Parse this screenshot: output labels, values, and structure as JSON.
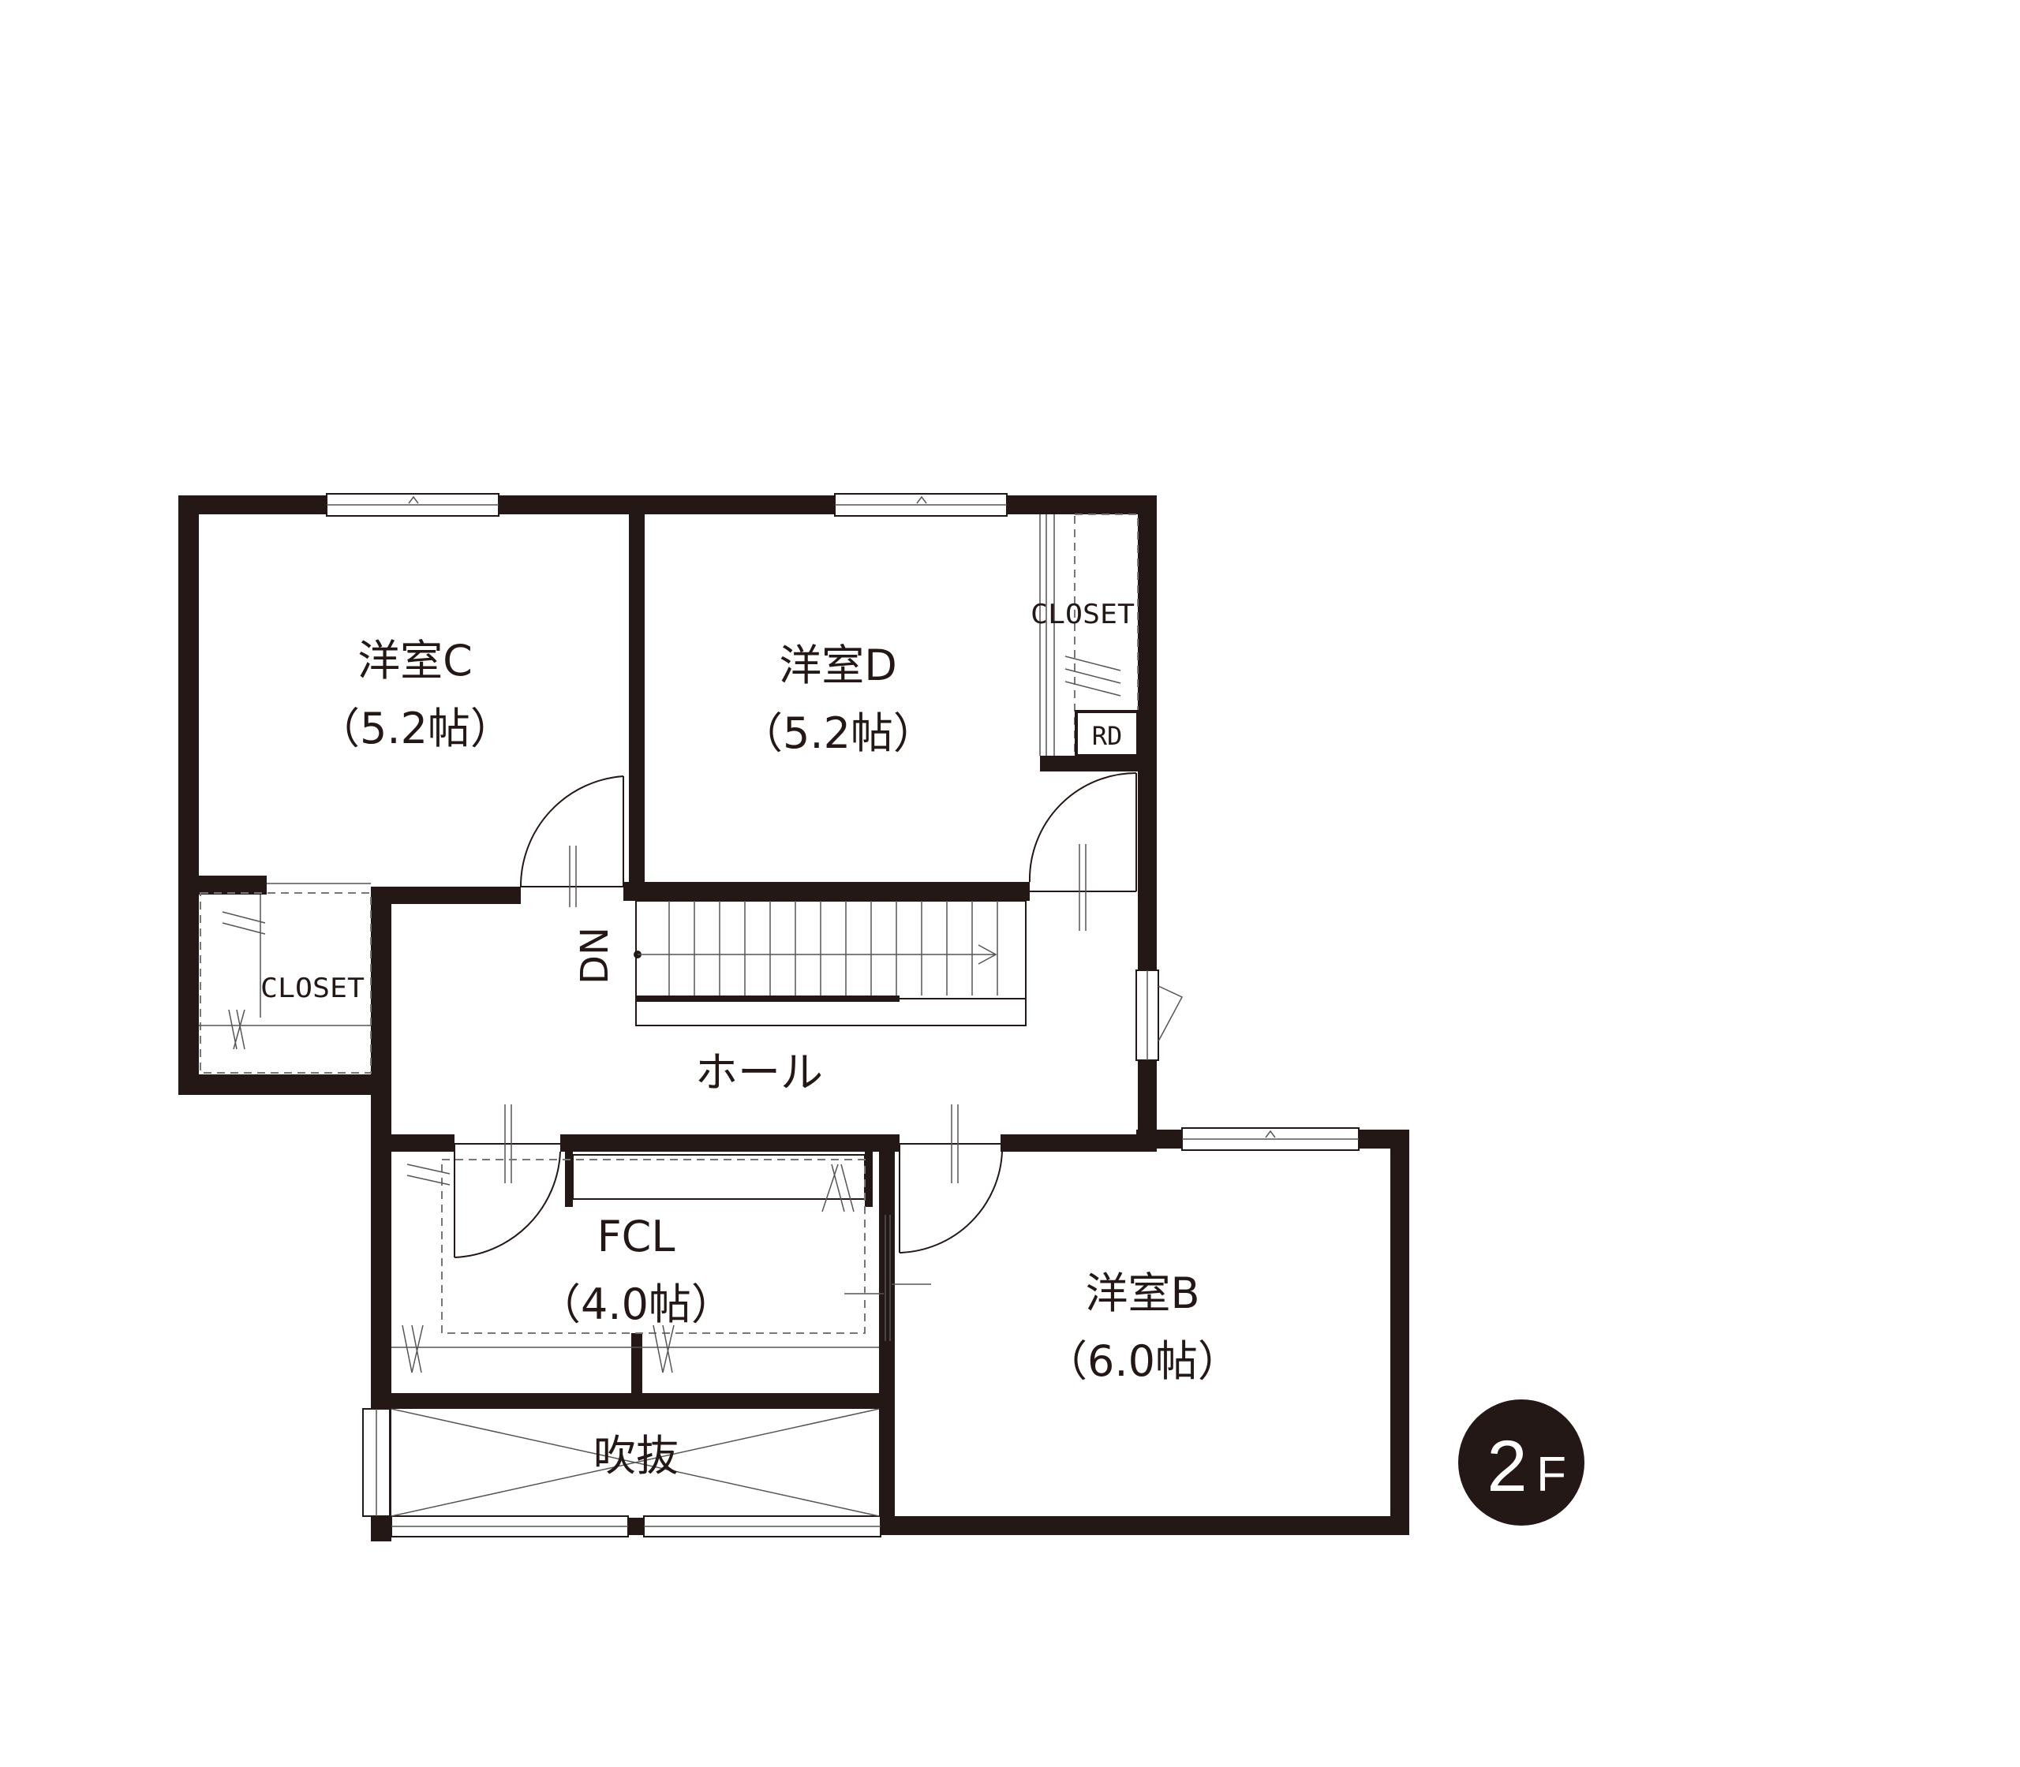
{
  "rooms": {
    "room_c": {
      "name": "洋室C",
      "area": "（5.2帖）"
    },
    "room_d": {
      "name": "洋室D",
      "area": "（5.2帖）"
    },
    "room_b": {
      "name": "洋室B",
      "area": "（6.0帖）"
    },
    "fcl": {
      "name": "FCL",
      "area": "（4.0帖）"
    },
    "hall": {
      "name": "ホール"
    },
    "void": {
      "name": "吹抜"
    }
  },
  "labels": {
    "closet_upper": "CLOSET",
    "closet_left": "CLOSET",
    "rd": "RD",
    "dn": "DN"
  },
  "floor_badge": {
    "number": "2",
    "suffix": "F"
  },
  "colors": {
    "wall": "#231815",
    "background": "#ffffff"
  }
}
